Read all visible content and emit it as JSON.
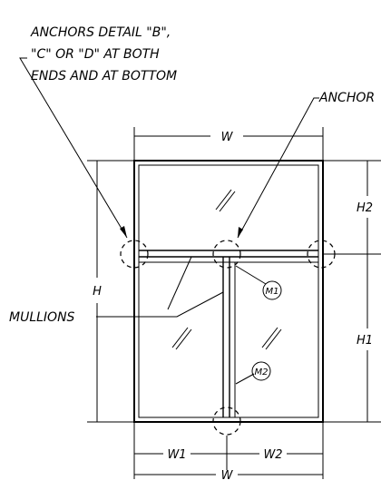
{
  "annotations": {
    "anchors_note": [
      "ANCHORS DETAIL \"B\",",
      "\"C\" OR \"D\" AT BOTH",
      "ENDS AND AT BOTTOM"
    ],
    "anchor_label": "ANCHOR",
    "mullions_label": "MULLIONS"
  },
  "dimensions": {
    "width_top": "W",
    "width_bottom": "W",
    "height_total": "H",
    "height_upper": "H2",
    "height_lower": "H1",
    "width_left": "W1",
    "width_right": "W2"
  },
  "mullion_tags": [
    "M1",
    "M2"
  ]
}
